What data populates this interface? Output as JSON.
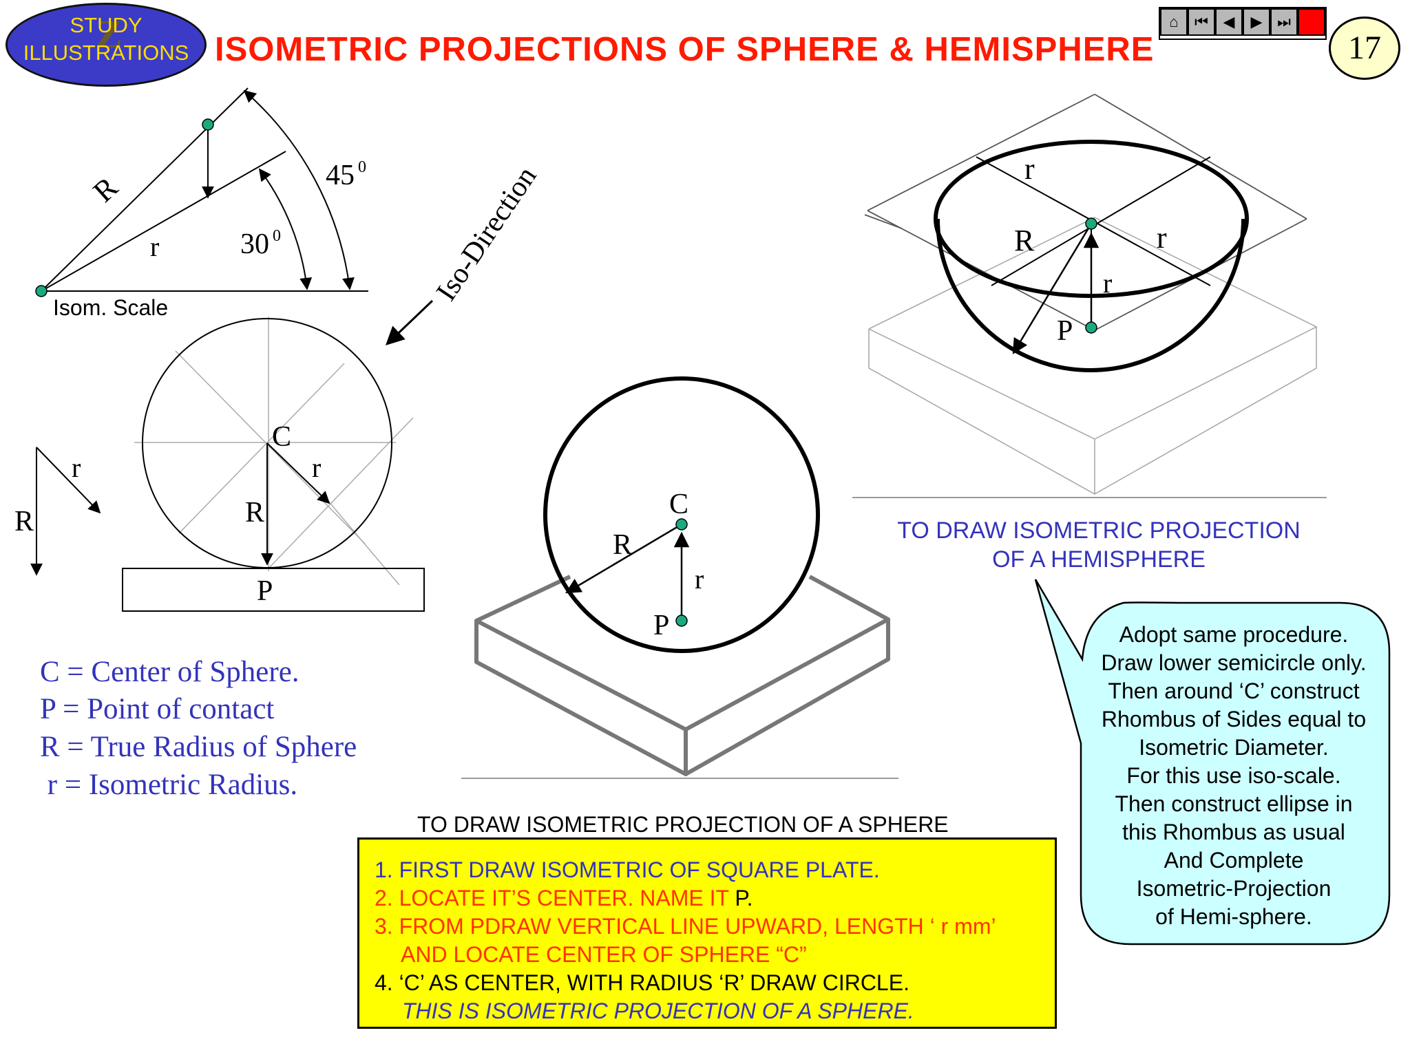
{
  "logo": {
    "line1": "STUDY",
    "line2": "ILLUSTRATIONS",
    "mark": "Z"
  },
  "title": "ISOMETRIC PROJECTIONS OF SPHERE & HEMISPHERE",
  "page_number": "17",
  "nav": {
    "icons": [
      "home-icon",
      "first-icon",
      "prev-icon",
      "next-icon",
      "last-icon",
      "stop-icon"
    ],
    "glyphs": [
      "⌂",
      "⏮",
      "◀",
      "▶",
      "⏭",
      ""
    ]
  },
  "scale_diagram": {
    "R": "R",
    "r": "r",
    "angle_45": "45",
    "angle_30": "30",
    "degree_mark": "0",
    "caption": "Isom. Scale",
    "iso_direction": "Iso-Direction"
  },
  "circle_diagram": {
    "C": "C",
    "r": "r",
    "R": "R",
    "P": "P",
    "side_r": "r",
    "side_R": "R"
  },
  "legend": [
    "C = Center of Sphere.",
    "P = Point of contact",
    "R = True Radius of Sphere",
    " r = Isometric Radius."
  ],
  "sphere": {
    "C": "C",
    "R": "R",
    "r": "r",
    "P": "P",
    "heading": "TO DRAW ISOMETRIC PROJECTION OF A SPHERE"
  },
  "steps": {
    "s1": "1. FIRST DRAW ISOMETRIC OF SQUARE PLATE.",
    "s2a": "2. LOCATE IT’S CENTER. NAME IT ",
    "s2b": "P.",
    "s3a": "3. FROM PDRAW VERTICAL LINE UPWARD, LENGTH ‘ r mm’",
    "s3b": "AND LOCATE CENTER OF SPHERE “C”",
    "s4": "4. ‘C’ AS CENTER, WITH RADIUS ‘R’ DRAW CIRCLE.",
    "s5": "THIS IS ISOMETRIC PROJECTION OF A SPHERE."
  },
  "hemisphere": {
    "r_top": "r",
    "R": "R",
    "r_right": "r",
    "r_mid": "r",
    "P": "P",
    "heading_line1": "TO DRAW ISOMETRIC PROJECTION",
    "heading_line2": "OF A HEMISPHERE"
  },
  "callout": [
    "Adopt same procedure.",
    "Draw lower semicircle only.",
    "Then around ‘C’ construct",
    "Rhombus of Sides equal to",
    "Isometric Diameter.",
    "For this use iso-scale.",
    "Then construct ellipse in",
    "this Rhombus as usual",
    "And Complete",
    "Isometric-Projection",
    "of Hemi-sphere."
  ],
  "colors": {
    "title": "#ff1a00",
    "legend": "#3333bb",
    "steps_bg": "#ffff00",
    "callout_bg": "#ccffff",
    "point": "#1aaa80"
  }
}
